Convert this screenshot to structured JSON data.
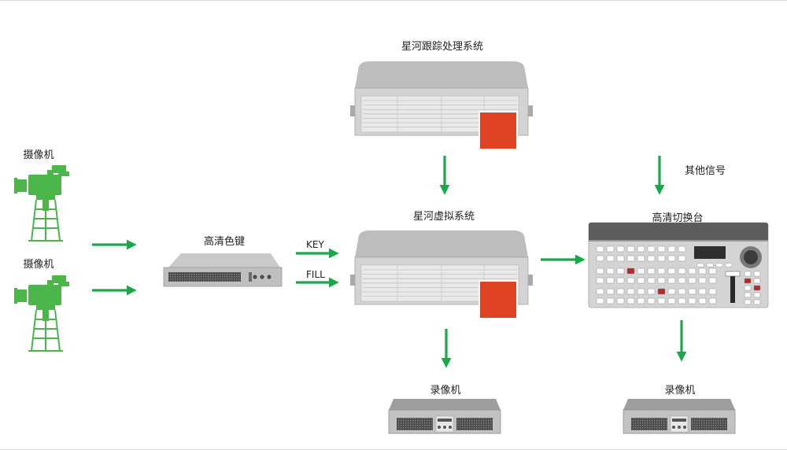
{
  "labels": {
    "camera_1": "摄像机",
    "camera_2": "摄像机",
    "chroma_key": "高清色键",
    "tracking_system": "星河跟踪处理系统",
    "virtual_system": "星河虚拟系统",
    "switcher": "高清切换台",
    "other_signals": "其他信号",
    "recorder_1": "录像机",
    "recorder_2": "录像机",
    "key": "KEY",
    "fill": "FILL"
  },
  "colors": {
    "arrow": "#19a84a",
    "camera": "#4cb64a",
    "server_body": "#d3d3d3",
    "server_top": "#bdbdbd",
    "server_panel": "#e9e9e9",
    "server_badge": "#de4322",
    "switcher_body": "#d7d7d7",
    "switcher_top": "#5c5c5c",
    "switcher_red": "#b12a2a"
  }
}
